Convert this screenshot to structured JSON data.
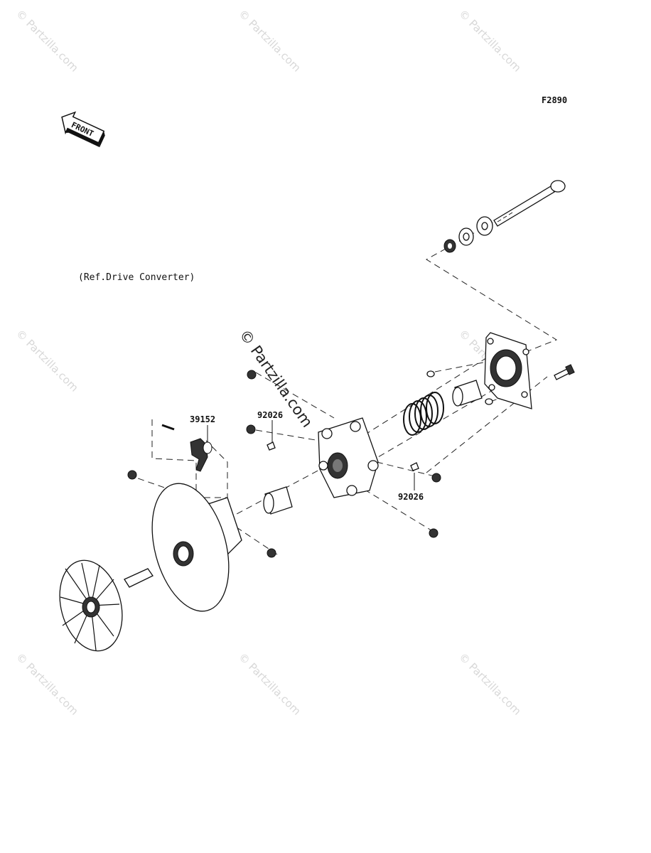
{
  "diagram": {
    "code": "F2890",
    "reference_note": "(Ref.Drive Converter)",
    "front_label": "FRONT",
    "watermark": "© Partzilla.com",
    "center_watermark": "© Partzilla.com",
    "callouts": [
      {
        "part_number": "39152"
      },
      {
        "part_number": "92026"
      },
      {
        "part_number": "92026"
      }
    ]
  }
}
